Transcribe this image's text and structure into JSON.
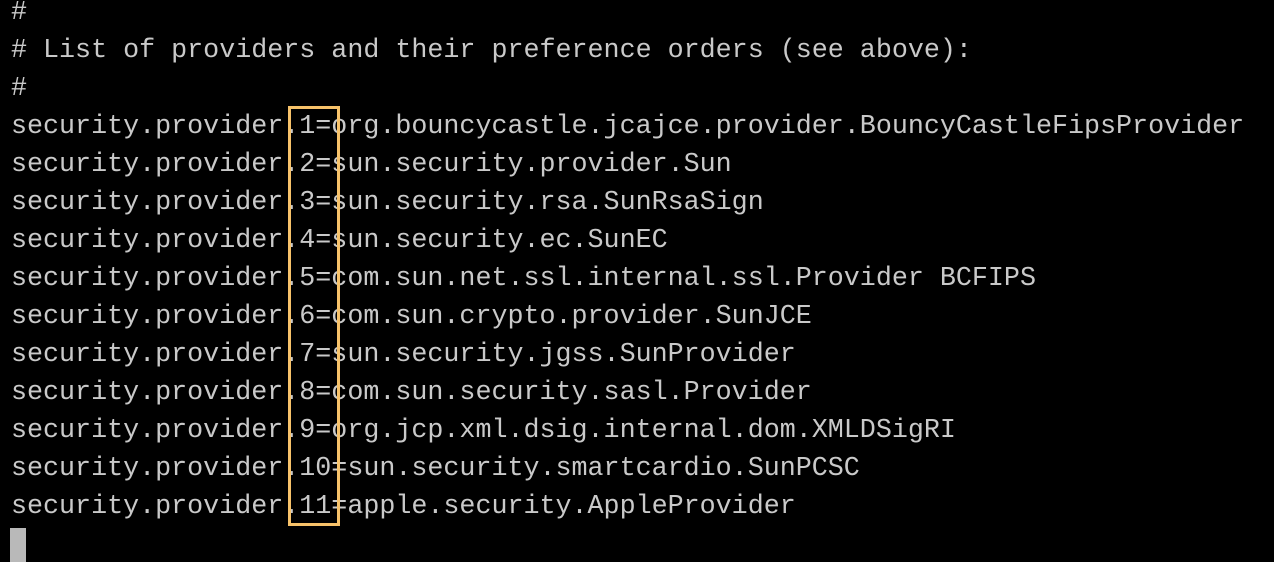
{
  "terminal": {
    "lines": [
      "#",
      "# List of providers and their preference orders (see above):",
      "#",
      "security.provider.1=org.bouncycastle.jcajce.provider.BouncyCastleFipsProvider",
      "security.provider.2=sun.security.provider.Sun",
      "security.provider.3=sun.security.rsa.SunRsaSign",
      "security.provider.4=sun.security.ec.SunEC",
      "security.provider.5=com.sun.net.ssl.internal.ssl.Provider BCFIPS",
      "security.provider.6=com.sun.crypto.provider.SunJCE",
      "security.provider.7=sun.security.jgss.SunProvider",
      "security.provider.8=com.sun.security.sasl.Provider",
      "security.provider.9=org.jcp.xml.dsig.internal.dom.XMLDSigRI",
      "security.provider.10=sun.security.smartcardio.SunPCSC",
      "security.provider.11=apple.security.AppleProvider"
    ],
    "highlight": {
      "description": "provider order numbers 1-11",
      "color": "#f7c26a"
    },
    "colors": {
      "background": "#000000",
      "text": "#c9c9c9",
      "cursor": "#b9b9b9"
    }
  }
}
